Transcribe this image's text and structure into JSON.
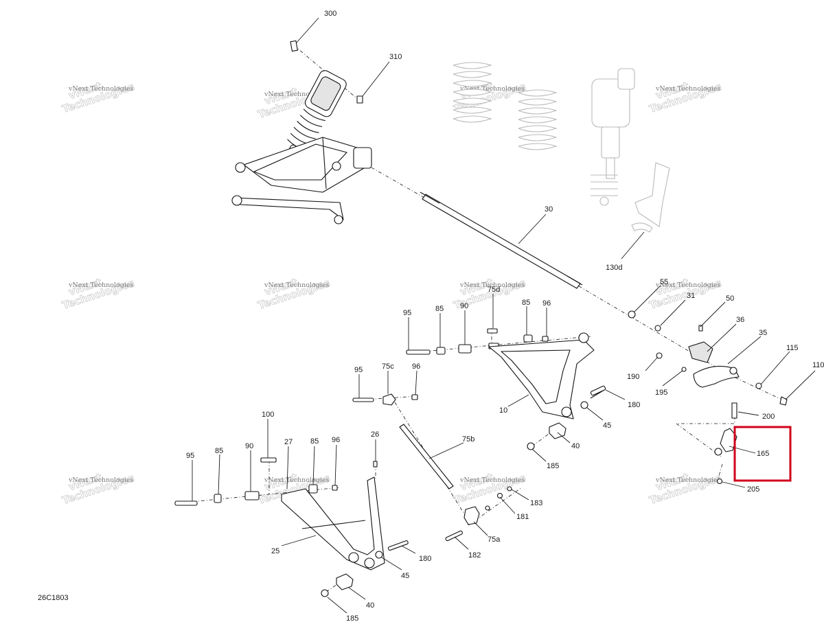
{
  "diagram_code": "26C1803",
  "watermark": {
    "line1": "vNext Technologies",
    "line2": "vNext",
    "line3": "Technologies"
  },
  "highlight": {
    "part": "165",
    "color": "#d0021b"
  },
  "callouts": [
    {
      "id": "300",
      "text": "300"
    },
    {
      "id": "310",
      "text": "310"
    },
    {
      "id": "30",
      "text": "30"
    },
    {
      "id": "130d",
      "text": "130d"
    },
    {
      "id": "55",
      "text": "55"
    },
    {
      "id": "31",
      "text": "31"
    },
    {
      "id": "50",
      "text": "50"
    },
    {
      "id": "36",
      "text": "36"
    },
    {
      "id": "35",
      "text": "35"
    },
    {
      "id": "115",
      "text": "115"
    },
    {
      "id": "110",
      "text": "110"
    },
    {
      "id": "190",
      "text": "190"
    },
    {
      "id": "195",
      "text": "195"
    },
    {
      "id": "200",
      "text": "200"
    },
    {
      "id": "165",
      "text": "165"
    },
    {
      "id": "205",
      "text": "205"
    },
    {
      "id": "95a",
      "text": "95"
    },
    {
      "id": "85a",
      "text": "85"
    },
    {
      "id": "90a",
      "text": "90"
    },
    {
      "id": "75d",
      "text": "75d"
    },
    {
      "id": "85b",
      "text": "85"
    },
    {
      "id": "96a",
      "text": "96"
    },
    {
      "id": "10",
      "text": "10"
    },
    {
      "id": "180a",
      "text": "180"
    },
    {
      "id": "45a",
      "text": "45"
    },
    {
      "id": "40a",
      "text": "40"
    },
    {
      "id": "185a",
      "text": "185"
    },
    {
      "id": "95b",
      "text": "95"
    },
    {
      "id": "75c",
      "text": "75c"
    },
    {
      "id": "96b",
      "text": "96"
    },
    {
      "id": "75b",
      "text": "75b"
    },
    {
      "id": "183",
      "text": "183"
    },
    {
      "id": "181",
      "text": "181"
    },
    {
      "id": "75a",
      "text": "75a"
    },
    {
      "id": "182",
      "text": "182"
    },
    {
      "id": "100",
      "text": "100"
    },
    {
      "id": "27",
      "text": "27"
    },
    {
      "id": "95c",
      "text": "95"
    },
    {
      "id": "85c",
      "text": "85"
    },
    {
      "id": "90c",
      "text": "90"
    },
    {
      "id": "85d",
      "text": "85"
    },
    {
      "id": "96c",
      "text": "96"
    },
    {
      "id": "26",
      "text": "26"
    },
    {
      "id": "25",
      "text": "25"
    },
    {
      "id": "180b",
      "text": "180"
    },
    {
      "id": "45b",
      "text": "45"
    },
    {
      "id": "40b",
      "text": "40"
    },
    {
      "id": "185b",
      "text": "185"
    }
  ]
}
